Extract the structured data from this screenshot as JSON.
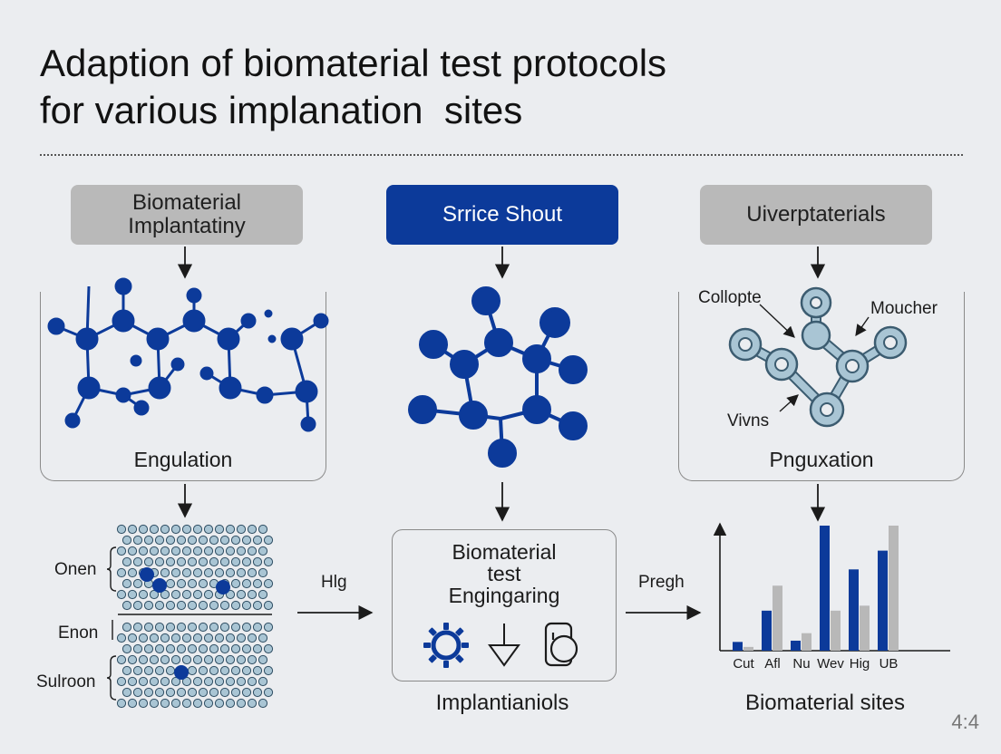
{
  "title_lines": [
    "Adaption of biomaterial test protocols",
    "for various implanation  sites"
  ],
  "boxes": {
    "left": {
      "lines": [
        "Biomaterial",
        "Implantatiny"
      ]
    },
    "center": {
      "text": "Srrice Shout"
    },
    "right": {
      "text": "Uiverptaterials"
    }
  },
  "panels": {
    "left_label": "Engulation",
    "right_label": "Pnguxation",
    "right_annotations": {
      "top_left": "Collopte",
      "top_right": "Moucher",
      "bottom_left": "Vivns"
    }
  },
  "cell_labels": [
    "Onen",
    "Enon",
    "Sulroon"
  ],
  "arrows": {
    "left_label": "Hlg",
    "right_label": "Pregh"
  },
  "center_box": {
    "lines": [
      "Biomaterial",
      "test",
      "Engingaring"
    ]
  },
  "captions": {
    "center": "Implantianiols",
    "right": "Biomaterial sites"
  },
  "corner_mark": "4:4",
  "colors": {
    "navy": "#0c3a9a",
    "gray_box": "#b9b9b9",
    "light_blue": "#a9c5d4",
    "bar_gray": "#b8b8b8"
  },
  "chart_data": {
    "type": "bar",
    "categories": [
      "Cut",
      "Afl",
      "Nu",
      "Wev",
      "Hig",
      "UB"
    ],
    "series": [
      {
        "values": [
          0.07,
          0.32,
          0.08,
          1.0,
          0.65,
          0.8
        ]
      },
      {
        "values": [
          0.03,
          0.52,
          0.14,
          0.32,
          0.36,
          1.0
        ]
      }
    ],
    "ylim": [
      0,
      1.0
    ]
  }
}
